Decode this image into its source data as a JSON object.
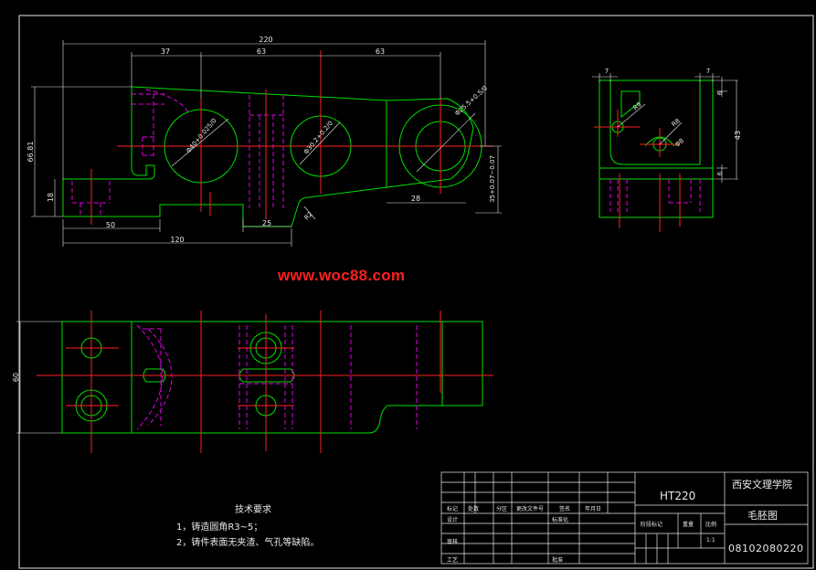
{
  "watermark": "www.woc88.com",
  "dimensions": {
    "d220": "220",
    "d37": "37",
    "d63a": "63",
    "d63b": "63",
    "d66_81": "66.81",
    "d18": "18",
    "d50": "50",
    "d120": "120",
    "d25": "25",
    "d28": "28",
    "d35": "35+0.07−0.07",
    "phi_big": "Φ40+0.025/0",
    "phi_mid": "Φ30.2+0.2/0",
    "phi_right": "Φ25.5+0.5/0",
    "r2": "R2",
    "side_7a": "7",
    "side_7b": "7",
    "side_6a": "6",
    "side_6b": "6",
    "side_43": "43",
    "side_r9": "R9",
    "side_r8": "R8",
    "side_phi8": "Φ8",
    "plan_60": "60"
  },
  "technical_requirements": {
    "title": "技术要求",
    "items": [
      "1，铸造圆角R3~5；",
      "2，铸件表面无夹渣、气孔等缺陷。"
    ]
  },
  "title_block": {
    "material": "HT220",
    "school": "西安文理学院",
    "drawing_name": "毛胚图",
    "drawing_number": "08102080220",
    "header_labels": [
      "标记",
      "处数",
      "分区",
      "更改文件号",
      "签名",
      "年月日"
    ],
    "design": "设计",
    "standardization": "标准化",
    "check": "审核",
    "process": "工艺",
    "approve": "批准",
    "stage_mark": "阶段标记",
    "weight": "重量",
    "scale": "比例",
    "scale_value": "1:1"
  }
}
